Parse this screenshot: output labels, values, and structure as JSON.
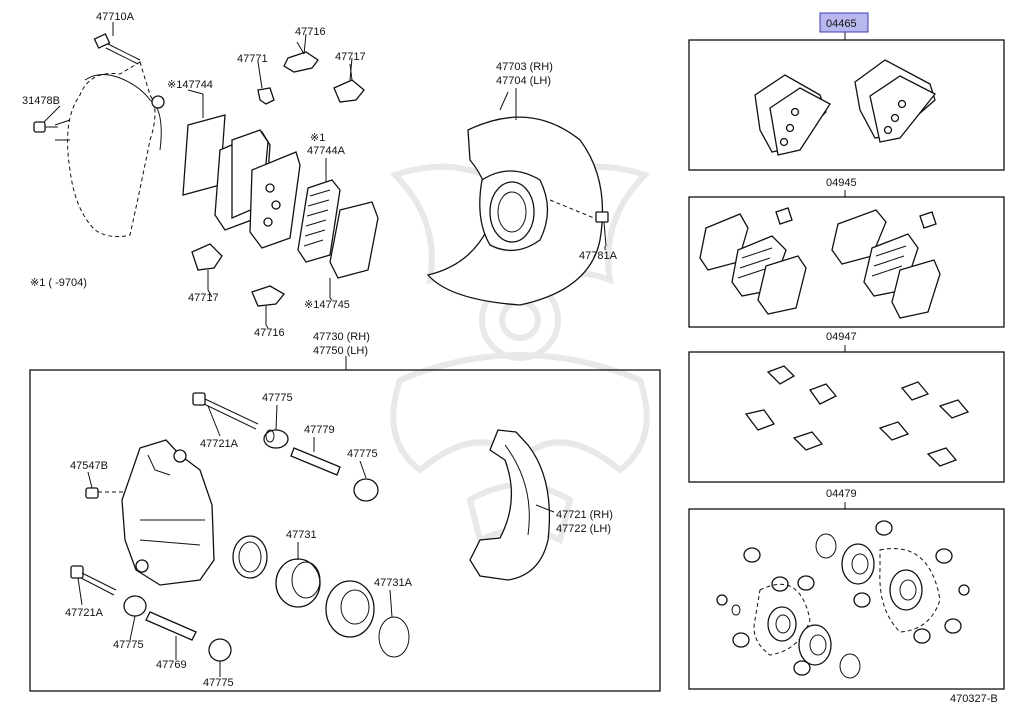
{
  "labels": {
    "p47710A": "47710A",
    "p31478B": "31478B",
    "p147744": "※147744",
    "p47771": "47771",
    "p47716a": "47716",
    "p47717a": "47717",
    "p1note": "※1",
    "p47744A": "47744A",
    "p47703": "47703 (RH)",
    "p47704": "47704 (LH)",
    "p47781A": "47781A",
    "p1range": "※1 (       -9704)",
    "p47717b": "47717",
    "p47716b": "47716",
    "p147745": "※147745",
    "p47730": "47730 (RH)",
    "p47750": "47750 (LH)",
    "p47775a": "47775",
    "p47721Aa": "47721A",
    "p47779": "47779",
    "p47775b": "47775",
    "p47547B": "47547B",
    "p47731": "47731",
    "p47721": "47721 (RH)",
    "p47722": "47722 (LH)",
    "p47721Ab": "47721A",
    "p47775c": "47775",
    "p47769": "47769",
    "p47731A": "47731A",
    "p47775d": "47775",
    "k04465": "04465",
    "k04945": "04945",
    "k04947": "04947",
    "k04479": "04479",
    "diagramCode": "470327-B"
  },
  "colors": {
    "highlight_fill": "#b9b8ee",
    "highlight_stroke": "#3b3bb0",
    "line": "#111111",
    "watermark": "#e6e6e6"
  }
}
